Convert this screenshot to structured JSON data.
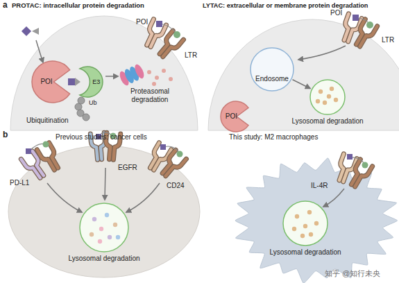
{
  "diagram": {
    "nodes": [
      {
        "text": [
          "POI"
        ]
      },
      {
        "text": [
          "E3"
        ]
      },
      {
        "text": [
          "Endosome"
        ]
      },
      {
        "text": [
          "Lysosomal degradation"
        ]
      },
      {
        "text": [
          "POI"
        ]
      },
      {
        "text": [
          "Lysosomal degradation"
        ]
      },
      {
        "text": [
          "Lysosomal degradation"
        ]
      }
    ],
    "edges": [
      {
        "from": 2,
        "to": 3,
        "arrow": "to"
      }
    ],
    "labels": [
      "a",
      "PROTAC: intracellular protein degradation",
      "POI",
      "LTR",
      "Ub",
      "Ubiquitination",
      "Proteasomal degradation",
      "LYTAC: extracellular or membrane protein degradation",
      "POI",
      "LTR",
      "b",
      "Previous studies: cancer cells",
      "PD-L1",
      "EGFR",
      "CD24",
      "This study: M2 macrophages",
      "IL-4R",
      "知乎 @知行未央"
    ]
  }
}
